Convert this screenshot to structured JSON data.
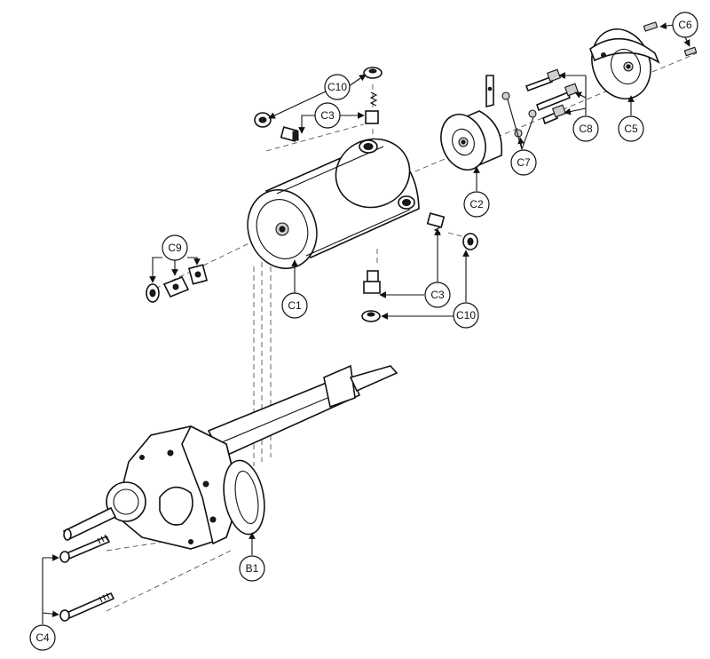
{
  "diagram": {
    "callouts": {
      "c1": "C1",
      "c2": "C2",
      "c3_top": "C3",
      "c3_bottom": "C3",
      "c4": "C4",
      "c5": "C5",
      "c6": "C6",
      "c7": "C7",
      "c8": "C8",
      "c9": "C9",
      "c10_top": "C10",
      "c10_bottom": "C10",
      "b1": "B1"
    }
  }
}
